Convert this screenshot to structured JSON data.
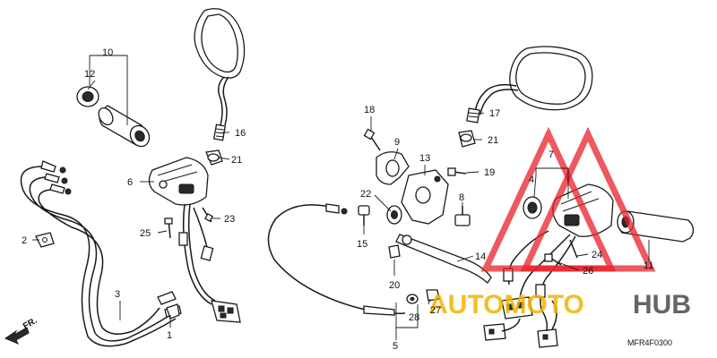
{
  "callouts": {
    "c1": "1",
    "c2": "2",
    "c3": "3",
    "c4": "4",
    "c5": "5",
    "c6": "6",
    "c7": "7",
    "c8": "8",
    "c9": "9",
    "c10": "10",
    "c11": "11",
    "c12": "12",
    "c13": "13",
    "c14": "14",
    "c15": "15",
    "c16": "16",
    "c17": "17",
    "c18": "18",
    "c19": "19",
    "c20": "20",
    "c21a": "21",
    "c21b": "21",
    "c22": "22",
    "c23": "23",
    "c24": "24",
    "c25": "25",
    "c26": "26",
    "c27": "27",
    "c28": "28"
  },
  "direction_label": "FR.",
  "diagram_code": "MFR4F0300",
  "watermark": {
    "auto": "AUTOMOTO",
    "hub": "HUB",
    "color_red": "#e8202a",
    "color_yellow": "#f0b400"
  }
}
